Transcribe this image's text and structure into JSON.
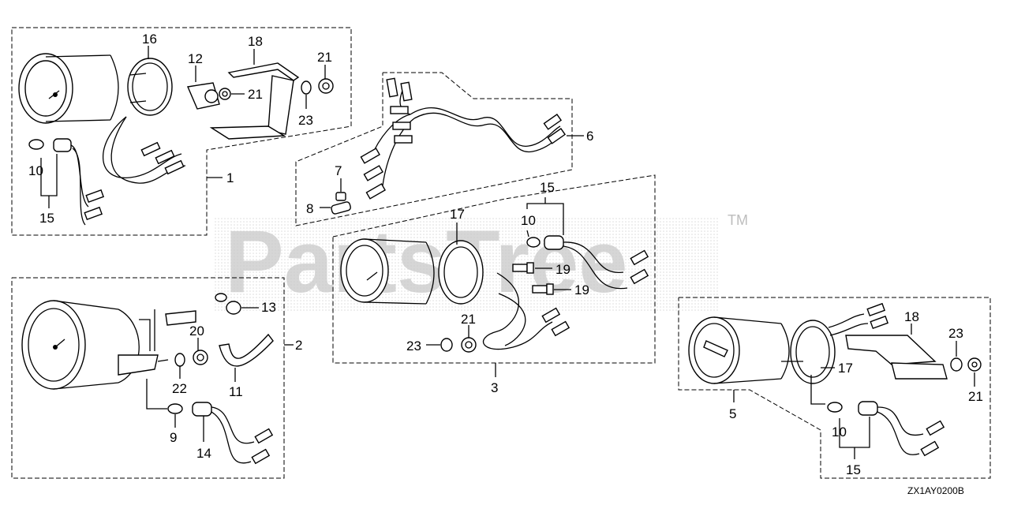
{
  "watermark": {
    "text": "PartsTree",
    "trademark": "TM"
  },
  "diagram_code": "ZX1AY0200B",
  "callouts": {
    "c16": "16",
    "c18": "18",
    "c12": "12",
    "c21a": "21",
    "c21b": "21",
    "c23a": "23",
    "c10a": "10",
    "c15a": "15",
    "c1": "1",
    "c6": "6",
    "c7": "7",
    "c8": "8",
    "c15b": "15",
    "c10b": "10",
    "c17a": "17",
    "c19a": "19",
    "c19b": "19",
    "c21c": "21",
    "c23b": "23",
    "c3": "3",
    "c13": "13",
    "c20": "20",
    "c22": "22",
    "c11": "11",
    "c2": "2",
    "c9": "9",
    "c14": "14",
    "c18b": "18",
    "c23c": "23",
    "c17b": "17",
    "c21d": "21",
    "c5": "5",
    "c10c": "10",
    "c15c": "15"
  }
}
